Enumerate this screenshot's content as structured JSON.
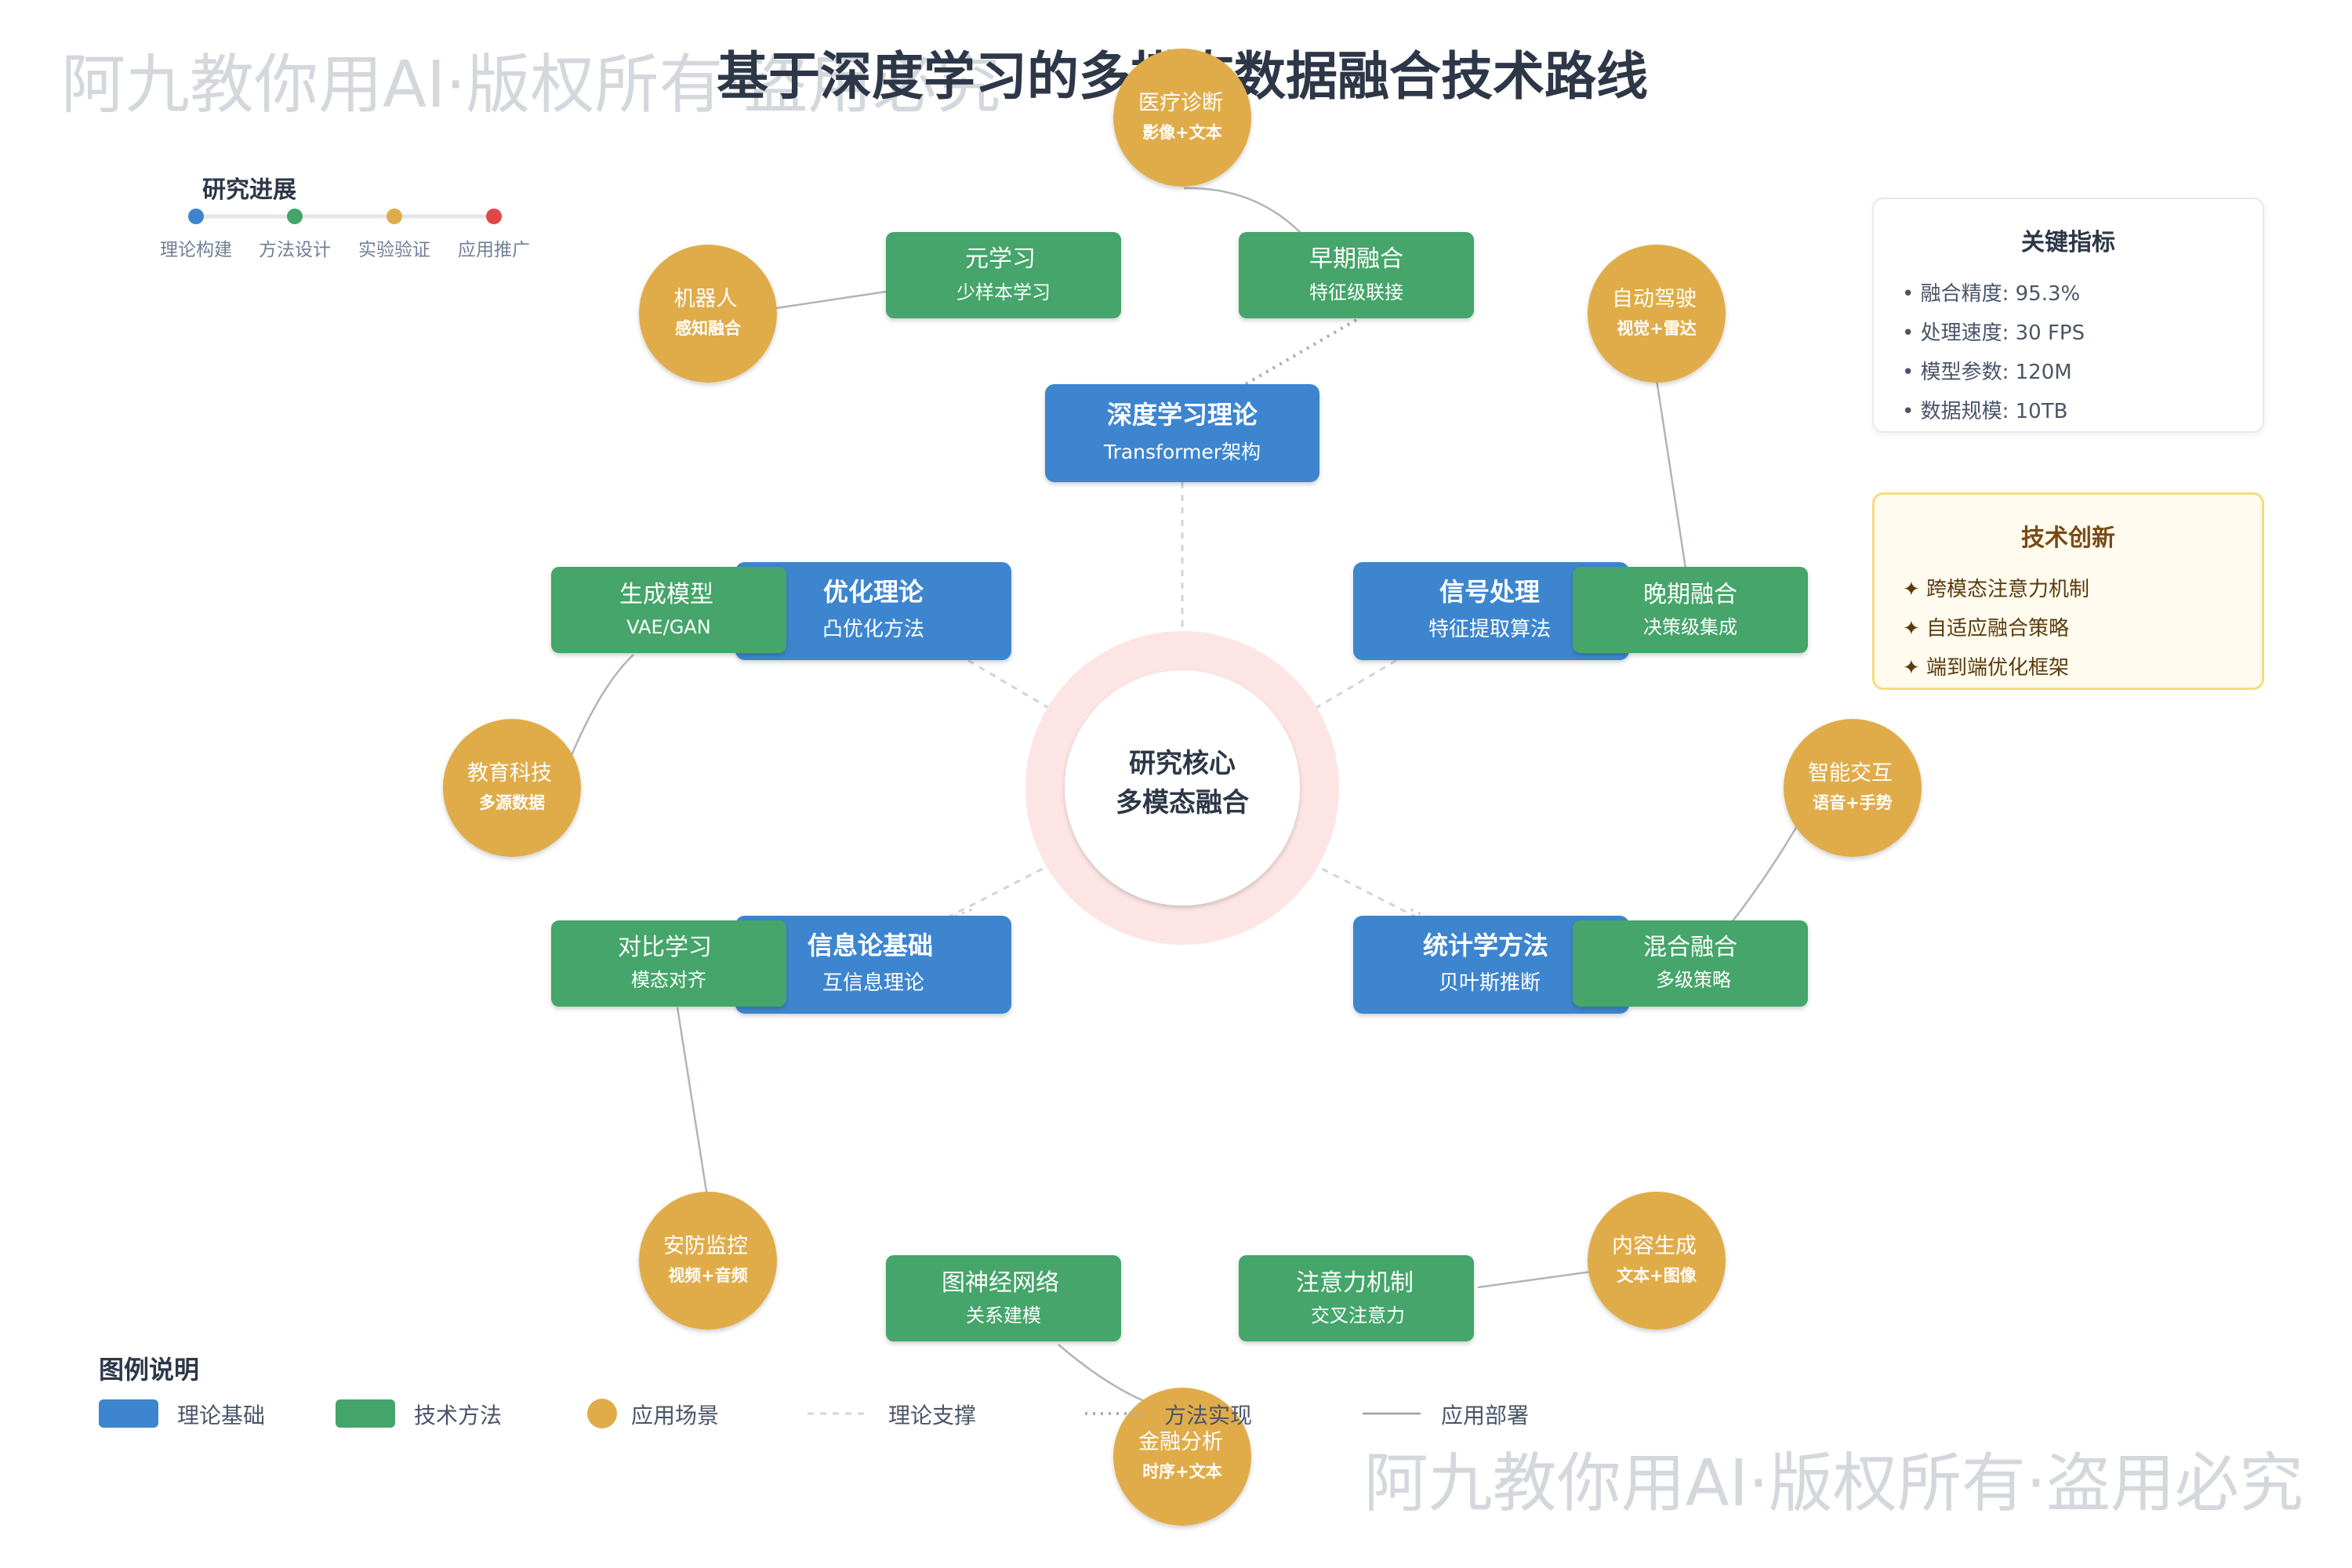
{
  "title": "基于深度学习的多模态数据融合技术路线",
  "watermark": "阿九教你用AI·版权所有·盗用必究",
  "colors": {
    "theory": "#3d85ce",
    "method": "#44a56b",
    "application": "#e0ac4a",
    "text_dark": "#2d3748",
    "core_ring": "#fde5e5"
  },
  "core": {
    "line1": "研究核心",
    "line2": "多模态融合"
  },
  "theory_nodes": [
    {
      "id": "deep-learning-theory",
      "title": "深度学习理论",
      "subtitle": "Transformer架构"
    },
    {
      "id": "optimization-theory",
      "title": "优化理论",
      "subtitle": "凸优化方法"
    },
    {
      "id": "signal-processing",
      "title": "信号处理",
      "subtitle": "特征提取算法"
    },
    {
      "id": "information-theory",
      "title": "信息论基础",
      "subtitle": "互信息理论"
    },
    {
      "id": "statistical-methods",
      "title": "统计学方法",
      "subtitle": "贝叶斯推断"
    }
  ],
  "method_nodes": [
    {
      "id": "meta-learning",
      "title": "元学习",
      "subtitle": "少样本学习"
    },
    {
      "id": "early-fusion",
      "title": "早期融合",
      "subtitle": "特征级联接"
    },
    {
      "id": "generative-model",
      "title": "生成模型",
      "subtitle": "VAE/GAN"
    },
    {
      "id": "late-fusion",
      "title": "晚期融合",
      "subtitle": "决策级集成"
    },
    {
      "id": "contrastive-learning",
      "title": "对比学习",
      "subtitle": "模态对齐"
    },
    {
      "id": "hybrid-fusion",
      "title": "混合融合",
      "subtitle": "多级策略"
    },
    {
      "id": "graph-neural-network",
      "title": "图神经网络",
      "subtitle": "关系建模"
    },
    {
      "id": "attention-mechanism",
      "title": "注意力机制",
      "subtitle": "交叉注意力"
    }
  ],
  "application_nodes": [
    {
      "id": "medical-diagnosis",
      "title": "医疗诊断",
      "subtitle": "影像+文本"
    },
    {
      "id": "robotics",
      "title": "机器人",
      "subtitle": "感知融合"
    },
    {
      "id": "autonomous-driving",
      "title": "自动驾驶",
      "subtitle": "视觉+雷达"
    },
    {
      "id": "edtech",
      "title": "教育科技",
      "subtitle": "多源数据"
    },
    {
      "id": "smart-interaction",
      "title": "智能交互",
      "subtitle": "语音+手势"
    },
    {
      "id": "security-monitoring",
      "title": "安防监控",
      "subtitle": "视频+音频"
    },
    {
      "id": "content-generation",
      "title": "内容生成",
      "subtitle": "文本+图像"
    },
    {
      "id": "financial-analysis",
      "title": "金融分析",
      "subtitle": "时序+文本"
    }
  ],
  "progress": {
    "title": "研究进展",
    "steps": [
      {
        "label": "理论构建",
        "color": "#3d85ce"
      },
      {
        "label": "方法设计",
        "color": "#44a56b"
      },
      {
        "label": "实验验证",
        "color": "#e0ac4a"
      },
      {
        "label": "应用推广",
        "color": "#e04848"
      }
    ]
  },
  "key_metrics": {
    "title": "关键指标",
    "items": [
      "• 融合精度: 95.3%",
      "• 处理速度: 30 FPS",
      "• 模型参数: 120M",
      "• 数据规模: 10TB"
    ]
  },
  "innovations": {
    "title": "技术创新",
    "items": [
      "✦ 跨模态注意力机制",
      "✦ 自适应融合策略",
      "✦ 端到端优化框架"
    ]
  },
  "legend": {
    "title": "图例说明",
    "items": [
      {
        "type": "theory-box",
        "label": "理论基础"
      },
      {
        "type": "method-box",
        "label": "技术方法"
      },
      {
        "type": "application-circle",
        "label": "应用场景"
      },
      {
        "type": "dashed-line",
        "label": "理论支撑"
      },
      {
        "type": "dotted-line",
        "label": "方法实现"
      },
      {
        "type": "solid-line",
        "label": "应用部署"
      }
    ]
  }
}
